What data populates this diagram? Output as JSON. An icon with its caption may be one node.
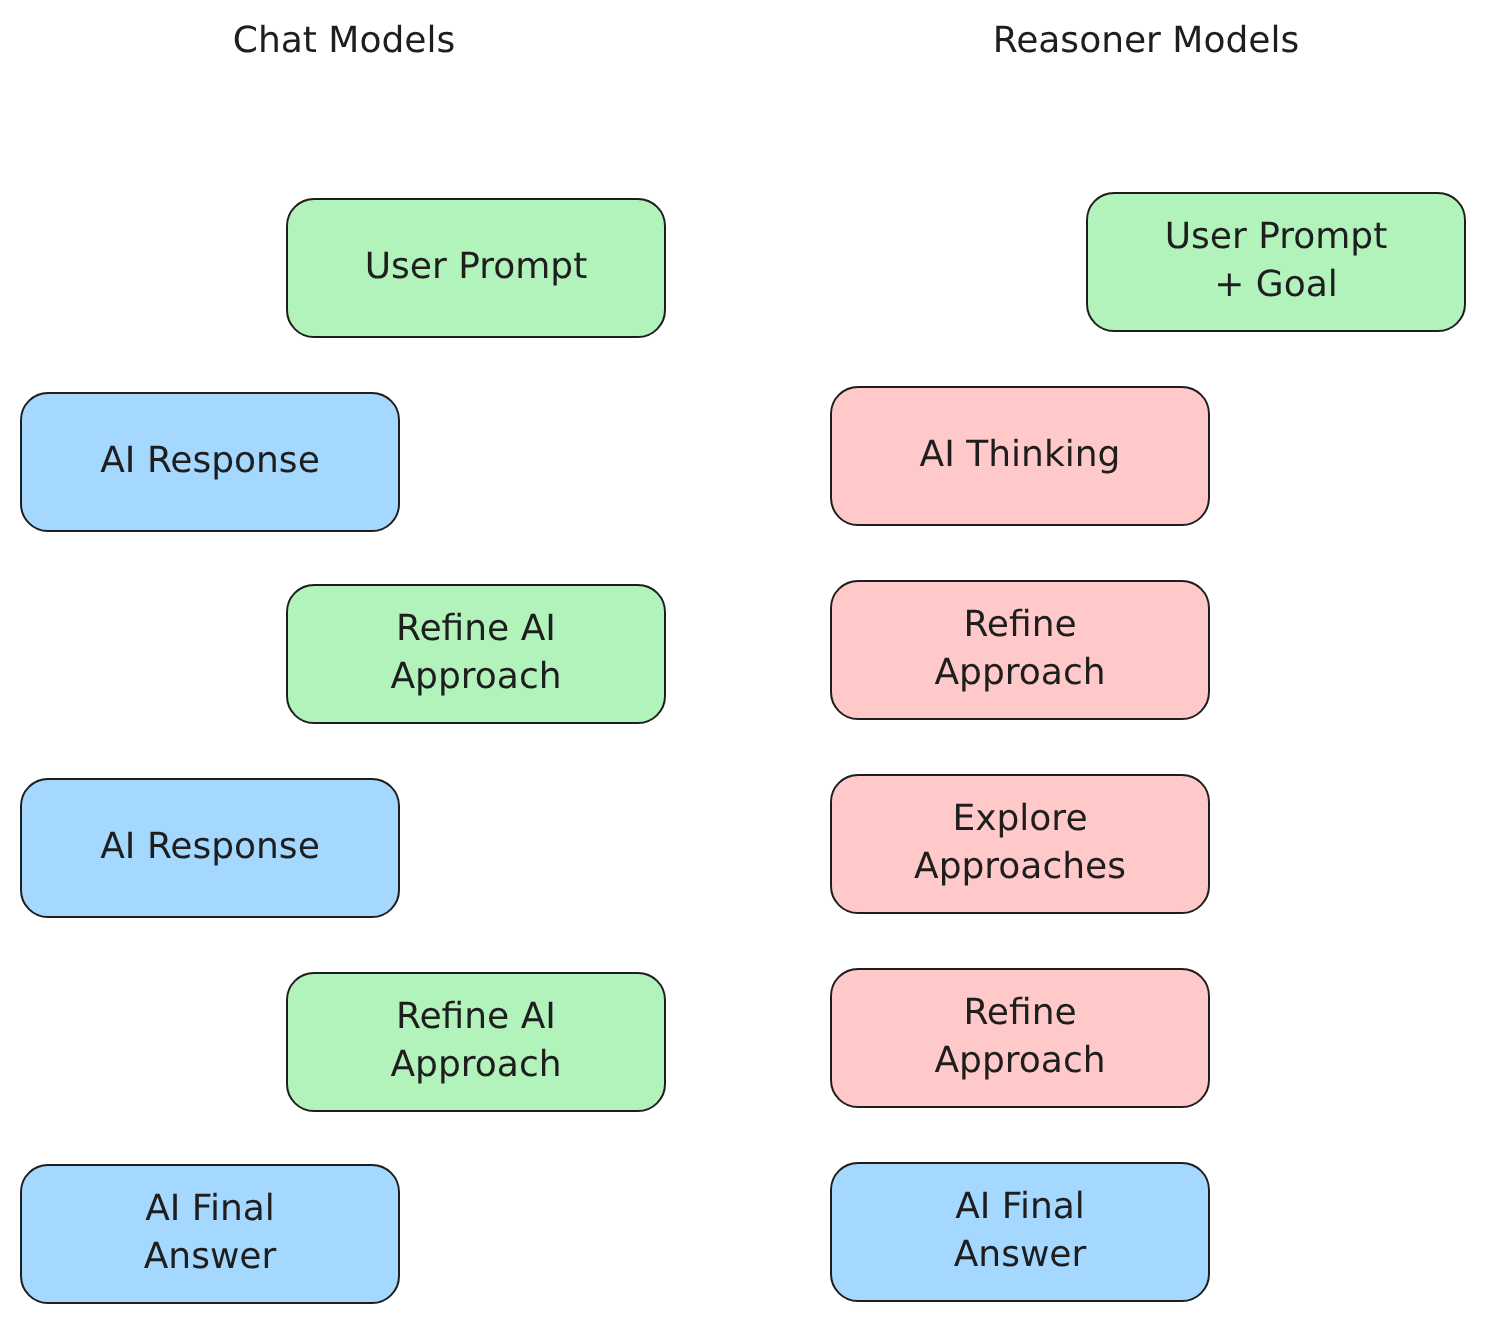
{
  "diagram": {
    "nodes": [
      {
        "text": [
          "User Prompt"
        ]
      },
      {
        "text": [
          "AI Response"
        ]
      },
      {
        "text": [
          "Refine AI Approach"
        ]
      },
      {
        "text": [
          "AI Response"
        ]
      },
      {
        "text": [
          "Refine AI Approach"
        ]
      },
      {
        "text": [
          "AI Final Answer"
        ]
      },
      {
        "text": [
          "User Prompt + Goal"
        ]
      },
      {
        "text": [
          "AI Thinking"
        ]
      },
      {
        "text": [
          "Refine Approach"
        ]
      },
      {
        "text": [
          "Explore Approaches"
        ]
      },
      {
        "text": [
          "Refine Approach"
        ]
      },
      {
        "text": [
          "AI Final Answer"
        ]
      }
    ],
    "labels": [
      "Chat Models",
      "Reasoner Models"
    ]
  }
}
